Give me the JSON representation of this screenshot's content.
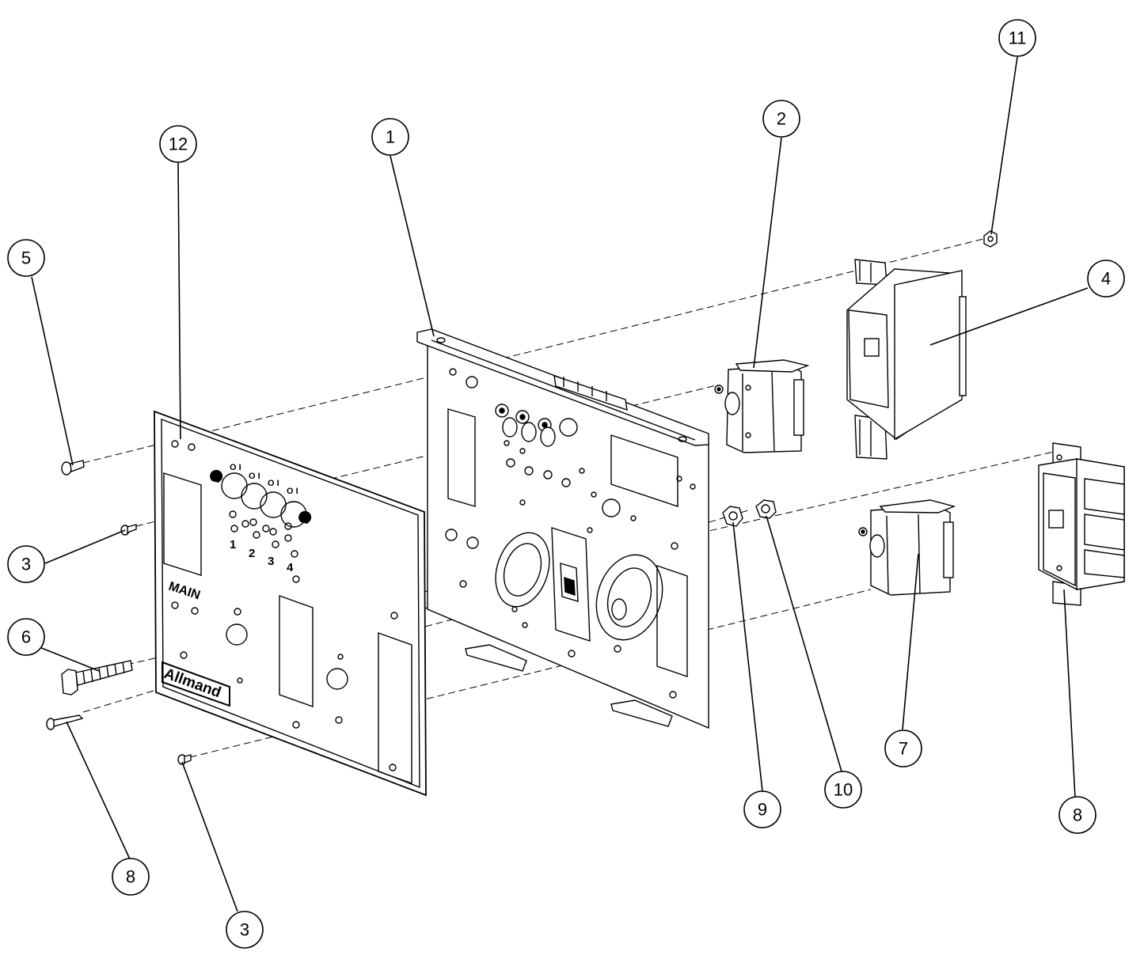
{
  "callouts": [
    {
      "id": "c1",
      "number": "1"
    },
    {
      "id": "c2",
      "number": "2"
    },
    {
      "id": "c3a",
      "number": "3"
    },
    {
      "id": "c3b",
      "number": "3"
    },
    {
      "id": "c4",
      "number": "4"
    },
    {
      "id": "c5",
      "number": "5"
    },
    {
      "id": "c6",
      "number": "6"
    },
    {
      "id": "c7",
      "number": "7"
    },
    {
      "id": "c8a",
      "number": "8"
    },
    {
      "id": "c8b",
      "number": "8"
    },
    {
      "id": "c9",
      "number": "9"
    },
    {
      "id": "c10",
      "number": "10"
    },
    {
      "id": "c11",
      "number": "11"
    },
    {
      "id": "c12",
      "number": "12"
    }
  ],
  "faceplate": {
    "main_label": "MAIN",
    "switch_numbers": [
      "1",
      "2",
      "3",
      "4"
    ],
    "toggle_marks": [
      "O I",
      "O I",
      "O I",
      "O I"
    ],
    "logo_text": "Allmand"
  },
  "colors": {
    "line": "#000000",
    "background": "#ffffff"
  }
}
